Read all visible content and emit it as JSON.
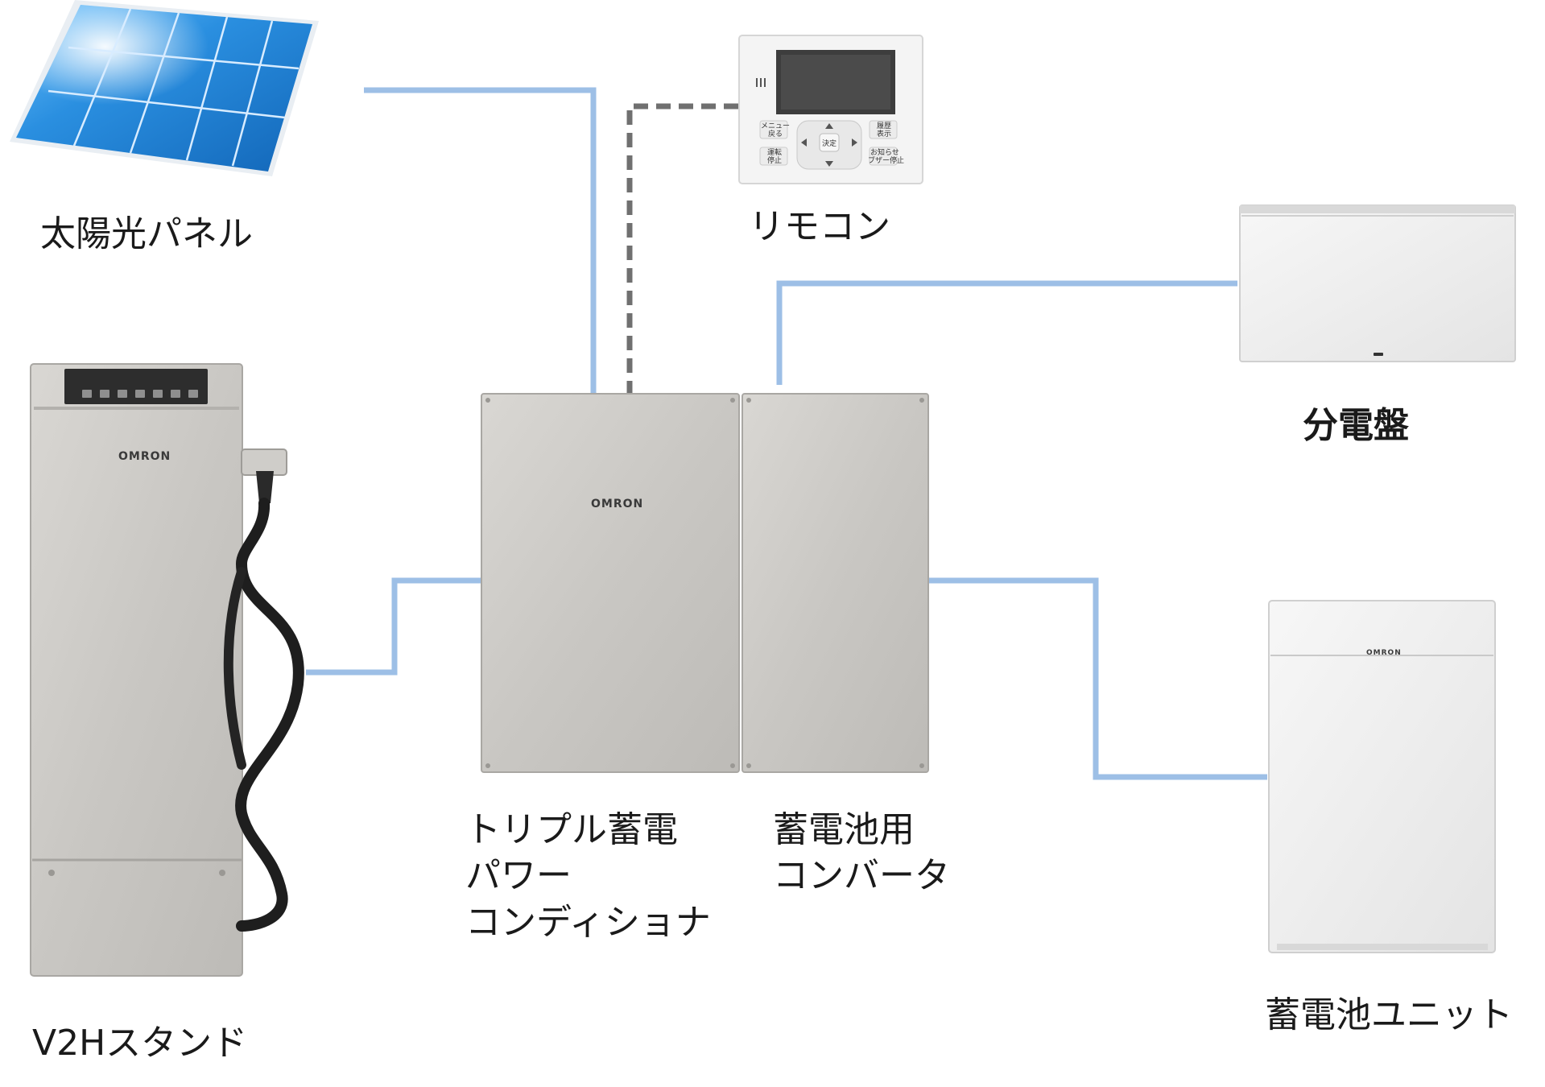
{
  "labels": {
    "solar_panel": "太陽光パネル",
    "remote": "リモコン",
    "distribution_board": "分電盤",
    "v2h_stand": "V2Hスタンド",
    "pcs": [
      "トリプル蓄電",
      "パワー",
      "コンディショナ"
    ],
    "converter": [
      "蓄電池用",
      "コンバータ"
    ],
    "battery_unit": "蓄電池ユニット"
  },
  "brand": "OMRON",
  "remote_keys": {
    "menu": [
      "メニュー",
      "戻る"
    ],
    "run": [
      "運転",
      "停止"
    ],
    "enter": "決定",
    "history": [
      "履歴",
      "表示"
    ],
    "notice": [
      "お知らせ",
      "ブザー停止"
    ]
  },
  "colors": {
    "wire": "#9dbfe6",
    "signal_wire": "#707070",
    "device_gray": "#cdcbc7",
    "device_white": "#f0f0f0",
    "solar_blue": "#1f86d9"
  },
  "icons": [
    "solar-panel-icon",
    "remote-controller-icon",
    "distribution-board-icon",
    "v2h-stand-icon",
    "power-conditioner-icon",
    "converter-icon",
    "battery-unit-icon"
  ]
}
